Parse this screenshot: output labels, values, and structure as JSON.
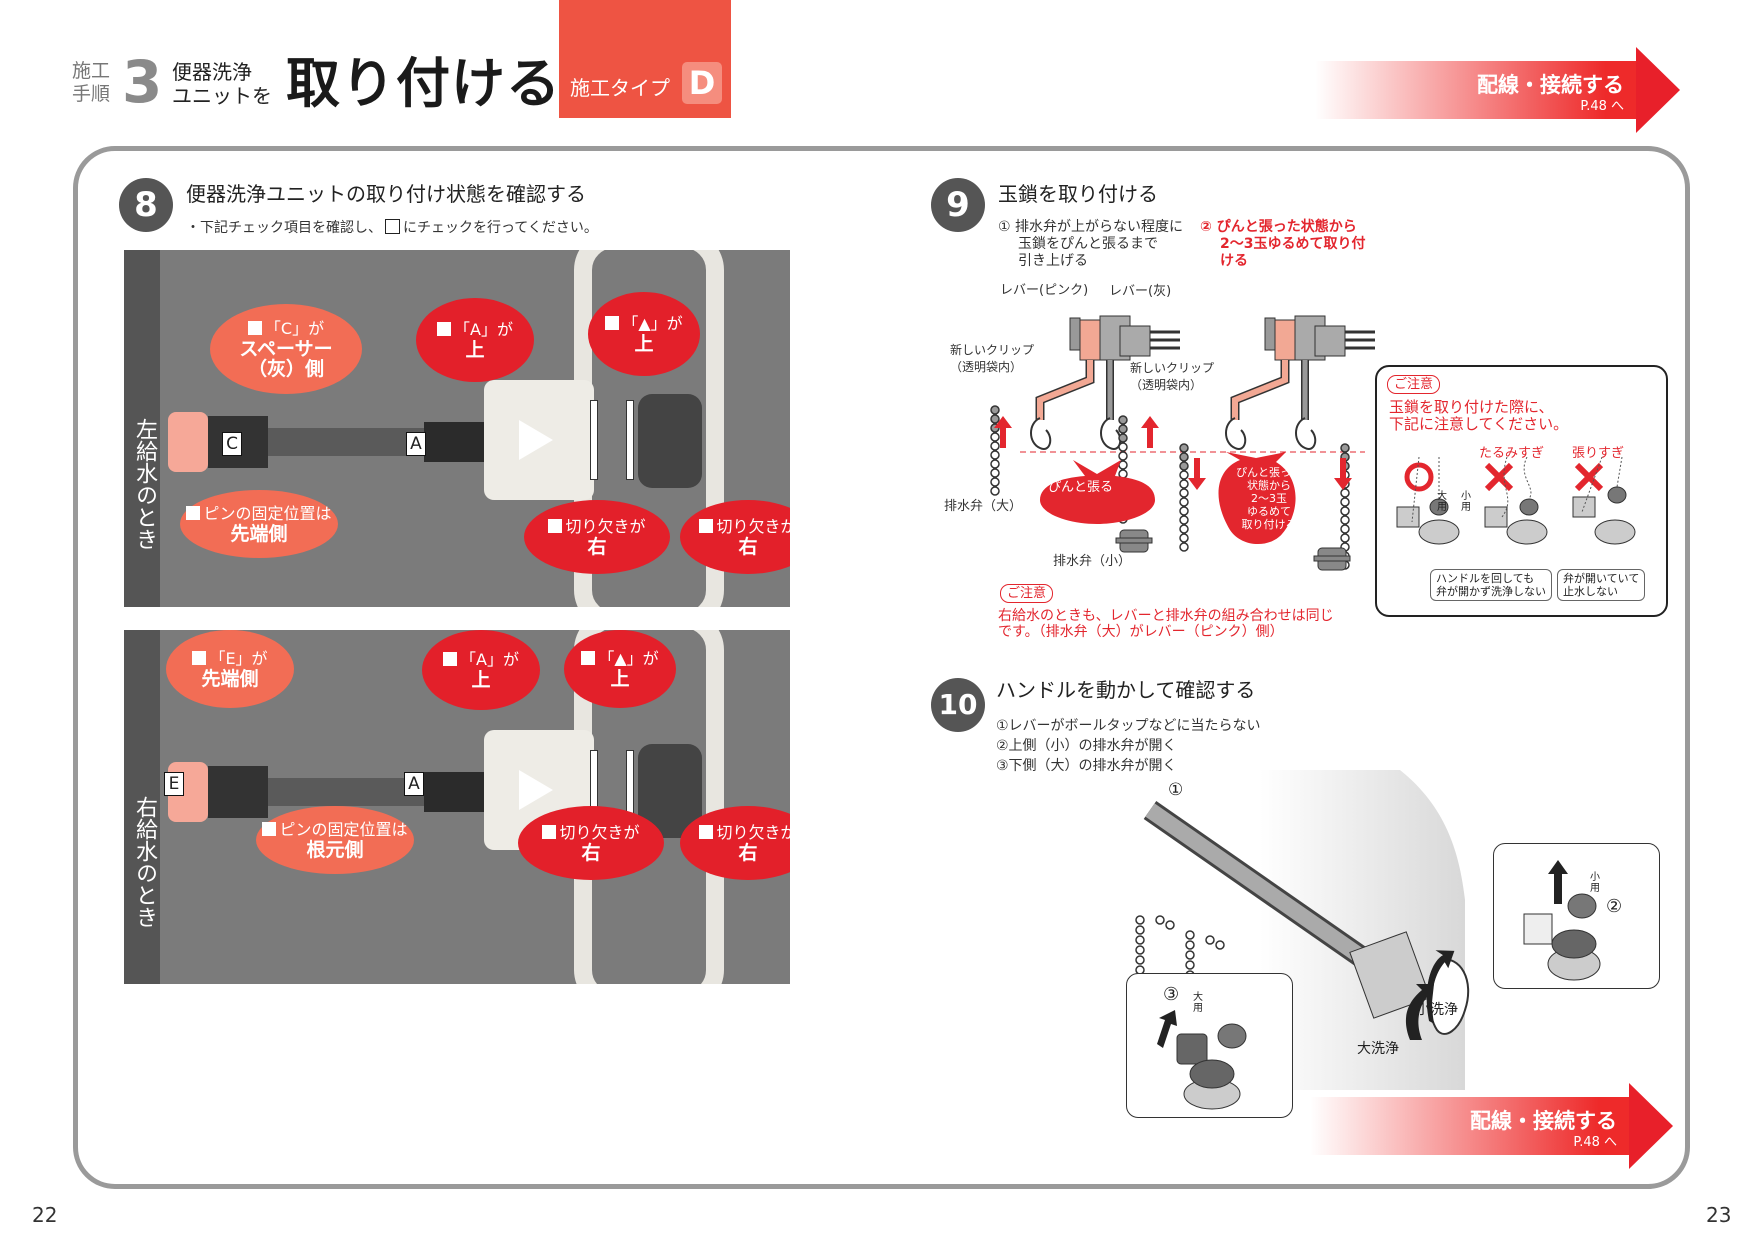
{
  "header": {
    "step_label_1": "施工",
    "step_label_2": "手順",
    "step_number": "3",
    "subtitle_1": "便器洗浄",
    "subtitle_2": "ユニットを",
    "title": "取り付ける",
    "type_label": "施工タイプ",
    "type_letter": "D",
    "next_link": {
      "label": "配線・接続する",
      "page": "P.48 へ"
    }
  },
  "section8": {
    "number": "8",
    "title": "便器洗浄ユニットの取り付け状態を確認する",
    "instruction_pre": "・下記チェック項目を確認し、",
    "instruction_post": "にチェックを行ってください。",
    "photos": [
      {
        "side_label": "左給水のとき",
        "markers": [
          "C",
          "A"
        ],
        "callouts": [
          {
            "line1": "「C」が",
            "line2": "スペーサー",
            "line3": "（灰）側",
            "style": "coral"
          },
          {
            "line1": "ピンの固定位置は",
            "line2": "先端側",
            "style": "coral"
          },
          {
            "line1": "「A」が",
            "line2": "上",
            "style": "crimson"
          },
          {
            "line1": "「▲」が",
            "line2": "上",
            "style": "crimson"
          },
          {
            "line1": "切り欠きが",
            "line2": "右",
            "style": "crimson"
          },
          {
            "line1": "切り欠きが",
            "line2": "右",
            "style": "crimson"
          }
        ]
      },
      {
        "side_label": "右給水のとき",
        "markers": [
          "E",
          "A"
        ],
        "callouts": [
          {
            "line1": "「E」が",
            "line2": "先端側",
            "style": "coral"
          },
          {
            "line1": "ピンの固定位置は",
            "line2": "根元側",
            "style": "coral"
          },
          {
            "line1": "「A」が",
            "line2": "上",
            "style": "crimson"
          },
          {
            "line1": "「▲」が",
            "line2": "上",
            "style": "crimson"
          },
          {
            "line1": "切り欠きが",
            "line2": "右",
            "style": "crimson"
          },
          {
            "line1": "切り欠きが",
            "line2": "右",
            "style": "crimson"
          }
        ]
      }
    ]
  },
  "section9": {
    "number": "9",
    "title": "玉鎖を取り付ける",
    "step1": [
      "① 排水弁が上がらない程度に",
      "玉鎖をぴんと張るまで",
      "引き上げる"
    ],
    "step2": [
      "② ぴんと張った状態から",
      "2～3玉ゆるめて取り付",
      "ける"
    ],
    "labels": {
      "lever_pink": "レバー(ピンク)",
      "lever_gray": "レバー(灰)",
      "clip_1": [
        "新しいクリップ",
        "（透明袋内）"
      ],
      "clip_2": [
        "新しいクリップ",
        "（透明袋内）"
      ],
      "valve_large": "排水弁（大）",
      "valve_small": "排水弁（小）"
    },
    "bubble_taut": "ぴんと張る",
    "bubble_loosen": [
      "ぴんと張った",
      "状態から",
      "2～3玉",
      "ゆるめて",
      "取り付ける"
    ],
    "note_tag": "ご注意",
    "note_text": [
      "右給水のときも、レバーと排水弁の組み合わせは同じ",
      "です。（排水弁（大）がレバー（ピンク）側）"
    ],
    "caution_box": {
      "tag": "ご注意",
      "text": [
        "玉鎖を取り付けた際に、",
        "下記に注意してください。"
      ],
      "cases": [
        {
          "mark": "O",
          "label": "",
          "caption": []
        },
        {
          "mark": "X",
          "label": "たるみすぎ",
          "caption": [
            "ハンドルを回しても",
            "弁が開かず洗浄しない"
          ]
        },
        {
          "mark": "X",
          "label": "張りすぎ",
          "caption": [
            "弁が開いていて",
            "止水しない"
          ]
        }
      ],
      "valve_labels": {
        "large": "大用",
        "small": "小用"
      }
    }
  },
  "section10": {
    "number": "10",
    "title": "ハンドルを動かして確認する",
    "items": [
      "①レバーがボールタップなどに当たらない",
      "②上側（小）の排水弁が開く",
      "③下側（大）の排水弁が開く"
    ],
    "callout_1": "①",
    "callout_2": "②",
    "callout_3": "③",
    "small_flush": "小洗浄",
    "large_flush": "大洗浄",
    "valve_small": "小用",
    "valve_large": "大用"
  },
  "footer_link": {
    "label": "配線・接続する",
    "page": "P.48 へ"
  },
  "page_numbers": {
    "left": "22",
    "right": "23"
  },
  "colors": {
    "accent_red": "#e3202a",
    "coral": "#f26d55",
    "type_box": "#ee5443",
    "frame_gray": "#9a9a9a"
  }
}
